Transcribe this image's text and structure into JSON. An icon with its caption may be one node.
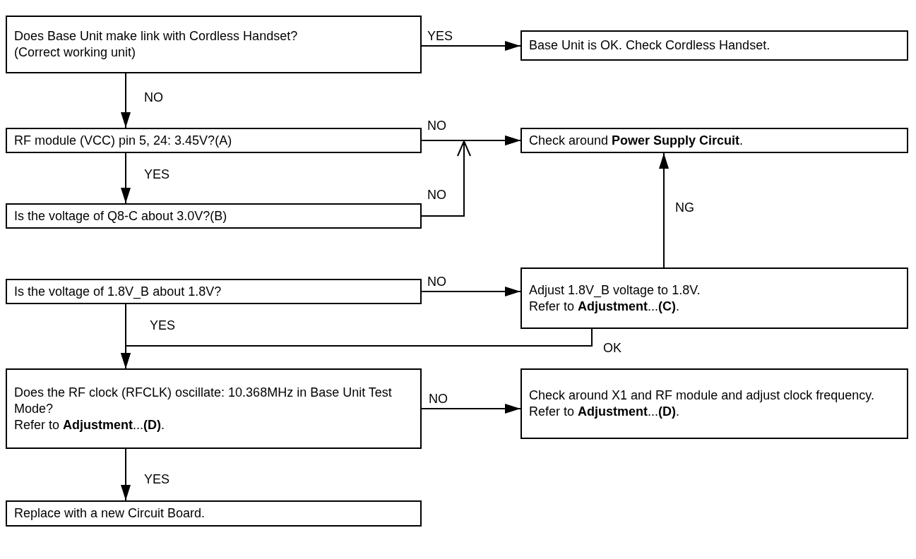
{
  "diagram": {
    "nodes": [
      {
        "text": [
          "Does Base Unit make link with Cordless Handset?",
          "(Correct working unit)"
        ]
      },
      {
        "text": [
          "Base Unit is OK. Check Cordless Handset."
        ]
      },
      {
        "text": [
          "RF module (VCC) pin 5, 24: 3.45V?(A)"
        ]
      },
      {
        "text": [
          "Check around **Power Supply Circuit**."
        ]
      },
      {
        "text": [
          "Is the voltage of Q8-C about 3.0V?(B)"
        ]
      },
      {
        "text": [
          "Is the voltage of 1.8V_B about 1.8V?"
        ]
      },
      {
        "text": [
          "Adjust 1.8V_B voltage to 1.8V.",
          "Refer to **Adjustment**...**(C)**."
        ]
      },
      {
        "text": [
          "Does the RF clock (RFCLK) oscillate: 10.368MHz in Base Unit Test Mode?",
          "Refer to **Adjustment**...**(D)**."
        ]
      },
      {
        "text": [
          "Check around X1 and RF module and adjust clock frequency.",
          "Refer to **Adjustment**...**(D)**."
        ]
      },
      {
        "text": [
          "Replace with a new Circuit Board."
        ]
      }
    ],
    "edges": [
      {
        "from": 0,
        "to": 1,
        "arrow": "to",
        "label": "YES"
      },
      {
        "from": 0,
        "to": 2,
        "arrow": "to",
        "label": "NO"
      },
      {
        "from": 2,
        "to": 3,
        "arrow": "to",
        "label": "NO"
      },
      {
        "from": 2,
        "to": 4,
        "arrow": "to",
        "label": "YES"
      },
      {
        "from": 4,
        "to": 3,
        "arrow": "to",
        "label": "NO"
      },
      {
        "from": 5,
        "to": 6,
        "arrow": "to",
        "label": "NO"
      },
      {
        "from": 6,
        "to": 3,
        "arrow": "to",
        "label": "NG"
      },
      {
        "from": 5,
        "to": 7,
        "arrow": "to",
        "label": "YES"
      },
      {
        "from": 6,
        "to": 7,
        "arrow": "to",
        "label": "OK"
      },
      {
        "from": 7,
        "to": 8,
        "arrow": "to",
        "label": "NO"
      },
      {
        "from": 7,
        "to": 9,
        "arrow": "to",
        "label": "YES"
      }
    ]
  }
}
